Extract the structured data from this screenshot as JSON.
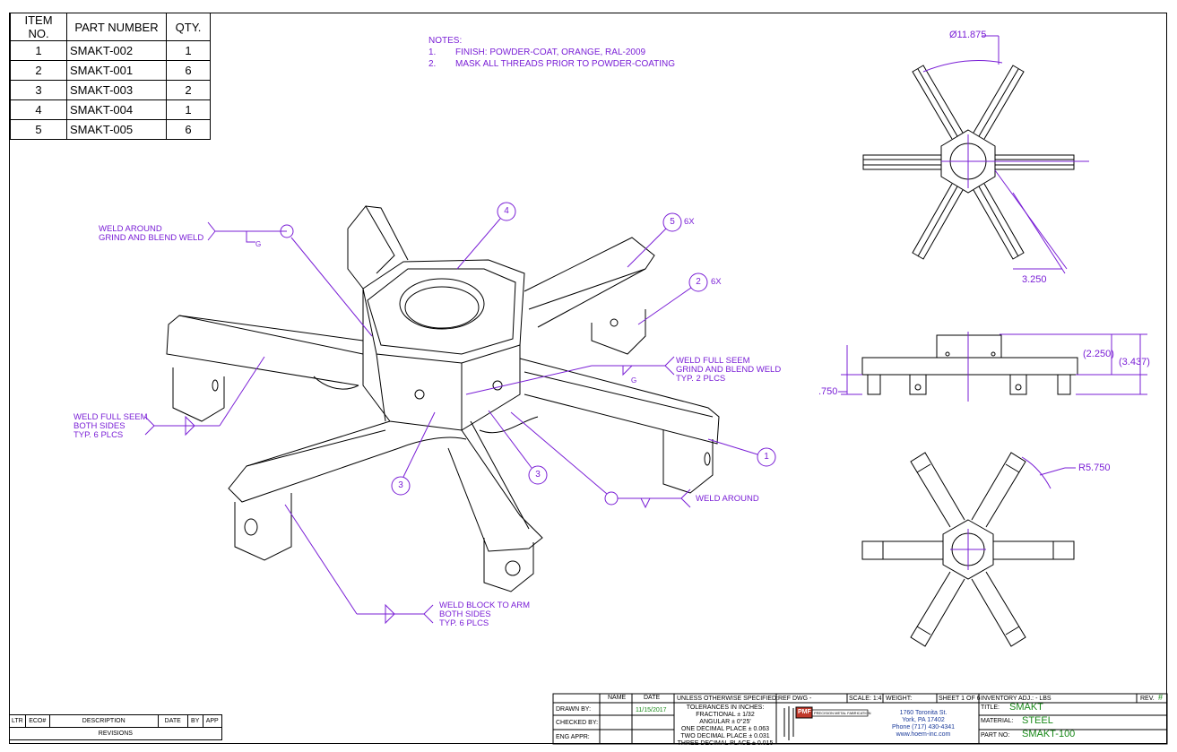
{
  "bom": {
    "headers": [
      "ITEM NO.",
      "PART NUMBER",
      "QTY."
    ],
    "rows": [
      [
        "1",
        "SMAKT-002",
        "1"
      ],
      [
        "2",
        "SMAKT-001",
        "6"
      ],
      [
        "3",
        "SMAKT-003",
        "2"
      ],
      [
        "4",
        "SMAKT-004",
        "1"
      ],
      [
        "5",
        "SMAKT-005",
        "6"
      ]
    ]
  },
  "notes": {
    "title": "NOTES:",
    "items": [
      {
        "num": "1.",
        "text": "FINISH: POWDER-COAT, ORANGE, RAL-2009"
      },
      {
        "num": "2.",
        "text": "MASK ALL THREADS PRIOR TO POWDER-COATING"
      }
    ]
  },
  "callouts": {
    "weld_around_grind_1": "WELD AROUND",
    "weld_around_grind_2": "GRIND AND BLEND WELD",
    "weld_full_seem_hex_1": "WELD FULL SEEM",
    "weld_full_seem_hex_2": "GRIND AND BLEND WELD",
    "weld_full_seem_hex_3": "TYP. 2 PLCS",
    "weld_full_seem_both_1": "WELD FULL SEEM",
    "weld_full_seem_both_2": "BOTH SIDES",
    "weld_full_seem_both_3": "TYP. 6 PLCS",
    "weld_around": "WELD AROUND",
    "weld_block_1": "WELD BLOCK TO ARM",
    "weld_block_2": "BOTH SIDES",
    "weld_block_3": "TYP. 6 PLCS",
    "g1": "G",
    "g2": "G",
    "qty_6x_a": "6X",
    "qty_6x_b": "6X"
  },
  "balloons": [
    "4",
    "5",
    "2",
    "1",
    "3",
    "3"
  ],
  "dimensions": {
    "diameter": "Ø11.875",
    "arm_width": "3.250",
    "height_ref_a": "(2.250)",
    "height_ref_b": "(3.437)",
    "foot": ".750",
    "radius": "R5.750"
  },
  "title_block": {
    "col_name": "NAME",
    "col_date": "DATE",
    "drawn_by": "DRAWN BY:",
    "drawn_date": "11/15/2017",
    "checked_by": "CHECKED BY:",
    "eng_appr": "ENG APPR:",
    "unless": "UNLESS OTHERWISE SPECIFIED:",
    "tol_1": "TOLERANCES IN INCHES:",
    "tol_2": "FRACTIONAL ± 1/32",
    "tol_3": "ANGULAR ± 0°25'",
    "tol_4": "ONE DECIMAL PLACE ± 0.063",
    "tol_5": "TWO DECIMAL PLACE ± 0.031",
    "tol_6": "THREE DECIMAL PLACE ± 0.015",
    "ref_dwg": "REF DWG -",
    "scale": "SCALE: 1:4",
    "weight": "WEIGHT:",
    "sheet": "SHEET 1 OF 6",
    "inventory": "INVENTORY ADJ.: - LBS",
    "rev_label": "REV.",
    "rev_value": "#",
    "logo_text": "PMF",
    "company": "PRECISION METAL FABRICATION",
    "addr_1": "1760 Toronita St.",
    "addr_2": "York, PA 17402",
    "addr_3": "Phone (717) 430-4341",
    "addr_4": "www.hoem-inc.com",
    "title_label": "TITLE:",
    "title_value": "SMAKT",
    "material_label": "MATERIAL:",
    "material_value": "STEEL",
    "part_label": "PART NO:",
    "part_value": "SMAKT-100"
  },
  "revisions": {
    "headers": [
      "LTR",
      "ECO#",
      "DESCRIPTION",
      "DATE",
      "BY",
      "APP"
    ],
    "footer": "REVISIONS"
  }
}
